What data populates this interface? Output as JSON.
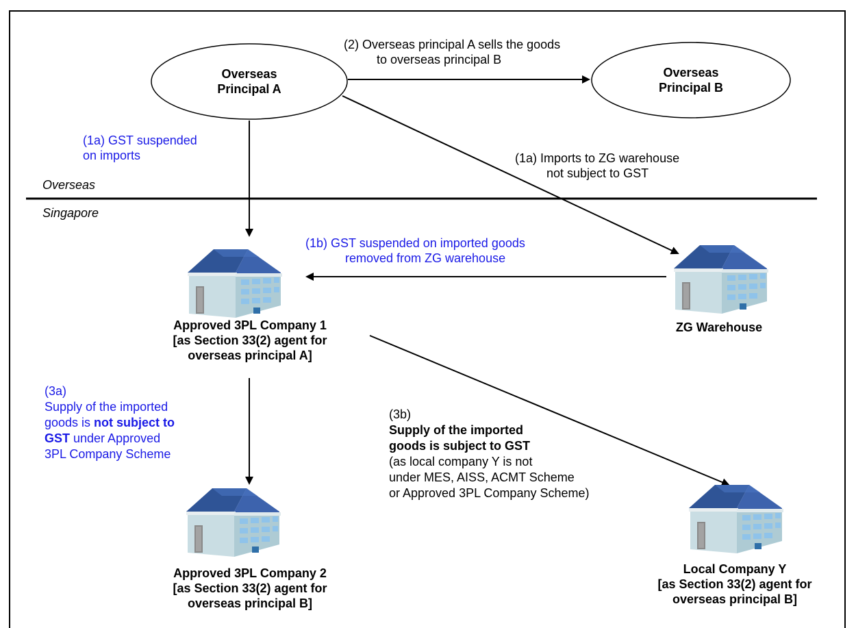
{
  "regions": {
    "overseas": "Overseas",
    "singapore": "Singapore"
  },
  "nodes": {
    "principal_a": {
      "line1": "Overseas",
      "line2": "Principal A"
    },
    "principal_b": {
      "line1": "Overseas",
      "line2": "Principal B"
    },
    "company1": {
      "line1": "Approved 3PL Company 1",
      "line2": "[as Section 33(2) agent for",
      "line3": "overseas principal A]"
    },
    "zg": {
      "line1": "ZG Warehouse"
    },
    "company2": {
      "line1": "Approved 3PL Company 2",
      "line2": "[as Section 33(2) agent for",
      "line3": "overseas principal B]"
    },
    "local_y": {
      "line1": "Local Company Y",
      "line2": "[as Section 33(2) agent for",
      "line3": "overseas principal B]"
    }
  },
  "labels": {
    "step2": {
      "line1": "(2) Overseas principal A sells the goods",
      "line2": "to overseas principal B"
    },
    "step1a_left": {
      "line1": "(1a) GST suspended",
      "line2": "on imports"
    },
    "step1a_right": {
      "line1": "(1a) Imports to ZG warehouse",
      "line2": "not subject to GST"
    },
    "step1b": {
      "line1": "(1b)  GST suspended on imported goods",
      "line2": "removed from ZG warehouse"
    },
    "step3a": {
      "line1": "(3a)",
      "line2": "Supply of the imported",
      "line3_pre": "goods is ",
      "line3_bold": "not subject to",
      "line4_bold": "GST",
      "line4_post": " under Approved",
      "line5": "3PL Company Scheme"
    },
    "step3b": {
      "line1": "(3b)",
      "line2": "Supply of the imported",
      "line3": "goods is subject to GST",
      "line4": "(as local company Y is not",
      "line5": "under MES, AISS, ACMT Scheme",
      "line6": "or Approved 3PL Company Scheme)"
    }
  },
  "colors": {
    "blue_text": "#1a1ae6",
    "roof": "#2f5496",
    "wall": "#b9d3db",
    "window": "#8fc3ea",
    "door": "#8a8a8a"
  },
  "icons": [
    "building-icon"
  ]
}
